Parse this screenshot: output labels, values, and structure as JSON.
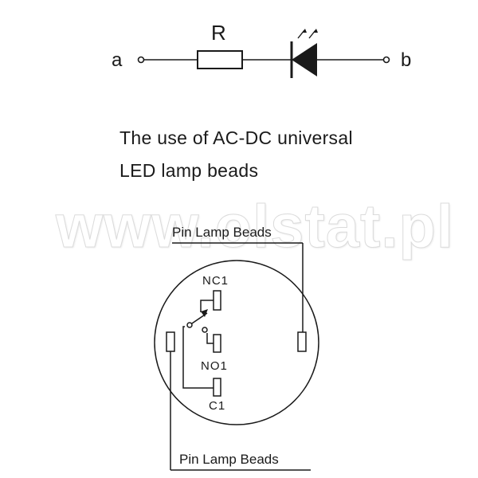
{
  "circuit": {
    "terminal_a": "a",
    "terminal_b": "b",
    "resistor_label": "R"
  },
  "caption": {
    "line1": "The use of AC-DC universal",
    "line2": "LED lamp beads"
  },
  "watermark": "www.olstat.pl",
  "switch": {
    "pin_lamp_top": "Pin Lamp Beads",
    "pin_lamp_bottom": "Pin Lamp Beads",
    "nc": "NC1",
    "no": "NO1",
    "common": "C1"
  }
}
